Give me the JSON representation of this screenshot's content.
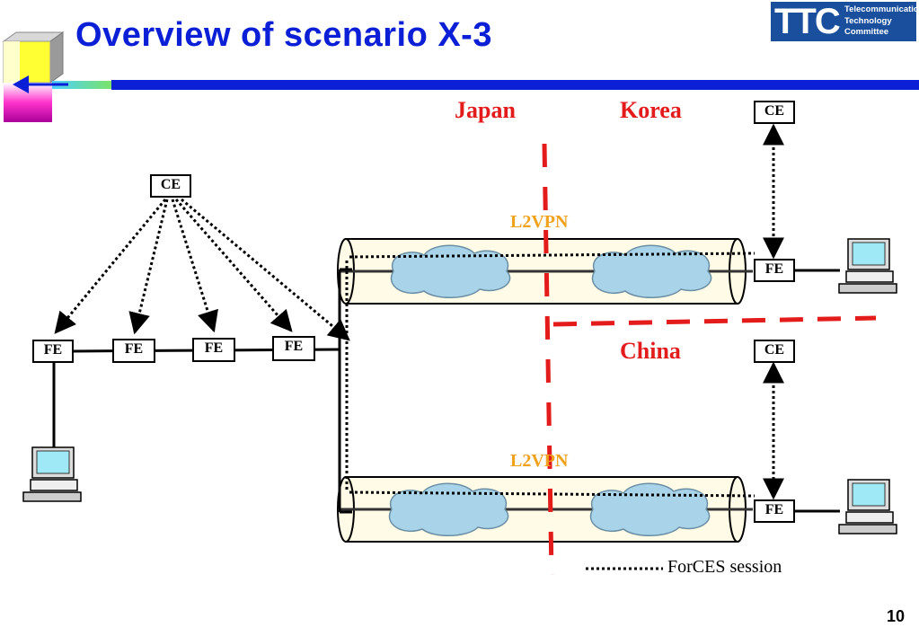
{
  "slide": {
    "title": "Overview of scenario X-3",
    "page_number": "10"
  },
  "logo": {
    "mark": "TTC",
    "line1": "Telecommunication",
    "line2": "Technology",
    "line3": "Committee"
  },
  "regions": {
    "japan": "Japan",
    "korea": "Korea",
    "china": "China"
  },
  "tunnels": {
    "upper_label": "L2VPN",
    "lower_label": "L2VPN"
  },
  "nodes": {
    "ce_japan": "CE",
    "ce_korea": "CE",
    "ce_china": "CE",
    "fe_1": "FE",
    "fe_2": "FE",
    "fe_3": "FE",
    "fe_4": "FE",
    "fe_korea": "FE",
    "fe_china": "FE"
  },
  "legend": {
    "forces_session": "ForCES session"
  },
  "colors": {
    "title": "#0a1fd6",
    "region_label": "#e31b1b",
    "vpn_label": "#f0a21c",
    "border_dash": "#e31b1b",
    "tunnel_fill": "#fffbe6",
    "cloud": "#a9d3e8"
  }
}
